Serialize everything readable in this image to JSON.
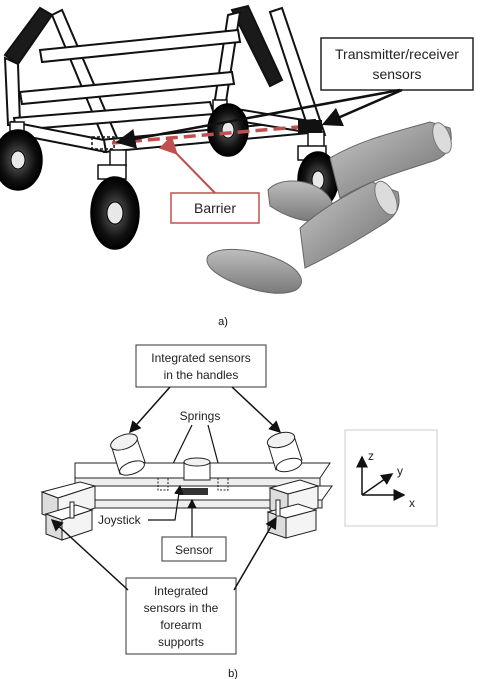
{
  "panel_a": {
    "caption": "a)",
    "labels": {
      "transmitter_line1": "Transmitter/receiver",
      "transmitter_line2": "sensors",
      "barrier": "Barrier"
    }
  },
  "panel_b": {
    "caption": "b)",
    "labels": {
      "handles_line1": "Integrated sensors",
      "handles_line2": "in the handles",
      "springs": "Springs",
      "joystick": "Joystick",
      "sensor": "Sensor",
      "forearm_line1": "Integrated",
      "forearm_line2": "sensors in the",
      "forearm_line3": "forearm",
      "forearm_line4": "supports"
    },
    "axes": {
      "z": "z",
      "y": "y",
      "x": "x"
    }
  },
  "colors": {
    "barrier_red": "#c0504d",
    "frame": "#1a1a1a",
    "leg_gray": "#8a8a8a"
  }
}
